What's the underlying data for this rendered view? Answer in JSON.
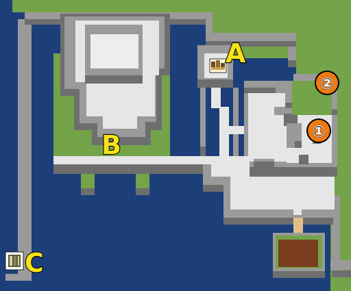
{
  "map": {
    "colors": {
      "water": "#1c3f7a",
      "grass": "#74a34a",
      "wall_light": "#9a9a9a",
      "wall_dark": "#6e6e6e",
      "floor": "#e6e6e6",
      "dirt": "#7a3d1e",
      "sand": "#e2bf8a",
      "marker_yellow": "#f6e21a",
      "marker_orange": "#f07a12"
    },
    "markers": [
      {
        "label": "A",
        "icon": "chest-icon"
      },
      {
        "label": "B"
      },
      {
        "label": "C",
        "icon": "stairs-icon"
      },
      {
        "label": "②",
        "style": "orange-circle"
      },
      {
        "label": "①",
        "style": "orange-circle"
      }
    ]
  }
}
